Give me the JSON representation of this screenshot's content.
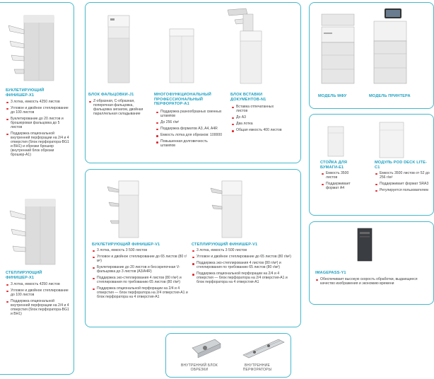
{
  "booklet_finisher_x1": {
    "title": "БУКЛЕТИРУЮЩИЙ ФИНИШЕР-X1",
    "features": [
      "3 лотка, емкость 4250 листов",
      "Угловое и двойное степлирование до 100 листов",
      "Буклетирование до 20 листов и брошюровая фальцовка до 5 листов",
      "Поддержка опциональной внутренней перфорации на 2/4 и 4 отверстия (блок перфоратора-BG1 и BH1) и обрезки брошюр (внутренний блок обрезки брошюр-A1)"
    ]
  },
  "stapling_finisher_x1": {
    "title": "СТЕПЛИРУЮЩИЙ ФИНИШЕР-X1",
    "features": [
      "3 лотка, емкость 4250 листов",
      "Угловое и двойное степлирование до 100 листов",
      "Поддержка опциональной внутренней перфорации на 2/4 и 4 отверстия (блок перфоратора-BG1 и BH1)"
    ]
  },
  "folding_unit_j1": {
    "title": "БЛОК ФАЛЬЦОВКИ-J1",
    "features": [
      "Z-образная, C-образная, поперечная фальцовка, фальцовка зигзагом, двойная параллельная складывание"
    ]
  },
  "multifunction_puncher_a1": {
    "title": "МНОГОФУНКЦИОНАЛЬНЫЙ ПРОФЕССИОНАЛЬНЫЙ ПЕРФОРАТОР-A1",
    "features": [
      "Поддержка разнообразных сменных штампов",
      "До 256 г/м²",
      "Поддержка форматов A3, A4, A4R",
      "Емкость лотка для обрезков: 100000",
      "Повышенная долговечность штампов"
    ]
  },
  "document_insertion_n1": {
    "title": "БЛОК ВСТАВКИ ДОКУМЕНТОВ-N1",
    "features": [
      "Вставка отпечатанных листов",
      "До A3",
      "Два лотка",
      "Общая емкость 400 листов"
    ]
  },
  "mfp_model": {
    "label": "МОДЕЛЬ МФУ"
  },
  "printer_model": {
    "label": "МОДЕЛЬ ПРИНТЕРА"
  },
  "paper_deck_e1": {
    "title": "СТОЙКА ДЛЯ БУМАГИ-E1",
    "features": [
      "Емкость 3500 листов",
      "Поддерживает формат A4"
    ]
  },
  "pod_deck_lite_c1": {
    "title": "МОДУЛЬ POD DECK LITE-C1",
    "features": [
      "Емкость 3500 листов от 52 до 256 г/м²",
      "Поддерживает формат SRA3",
      "Регулируется пользователем"
    ]
  },
  "booklet_finisher_v1": {
    "title": "БУКЛЕТИРУЮЩИЙ ФИНИШЕР-V1",
    "features": [
      "3 лотка, емкость 3 500 листов",
      "Угловое и двойное степлирование до 65 листов (80 г/м²)",
      "Буклетирование до 20 листов и бесскрепочная V-фальцовка до 3 листов (A3/A4R)",
      "Поддержка эко-степлирования 4 листов (80 г/м²) и степлирования по требованию 65 листов (80 г/м²)",
      "Поддержка опциональной перфорации на 2/4 и 4 отверстия — блок перфоратора на 2/4 отверстия-A1 и блок перфоратора на 4 отверстия-A1"
    ]
  },
  "stapling_finisher_v1": {
    "title": "СТЕПЛИРУЮЩИЙ ФИНИШЕР-V1",
    "features": [
      "3 лотка, емкость 3 500 листов",
      "Угловое и двойное степлирование до 65 листов (80 г/м²)",
      "Поддержка эко-степлирования 4 листов (80 г/м²) и степлирования по требованию 65 листов (80 г/м²)",
      "Поддержка опциональной перфорации на 2/4 и 4 отверстия — блок перфоратора на 2/4 отверстия-A1 и блок перфоратора на 4 отверстия-A1"
    ]
  },
  "imagepass_y1": {
    "title": "IMAGEPASS-Y1",
    "features": [
      "Обеспечивает высокую скорость обработки, выдающееся качество изображения и экономию времени"
    ]
  },
  "internal_trimmer": {
    "label": "ВНУТРЕННИЙ БЛОК ОБРЕЗКИ"
  },
  "internal_punchers": {
    "label": "ВНУТРЕННИЕ ПЕРФОРАТОРЫ"
  },
  "colors": {
    "accent": "#1a9fc0",
    "border": "#45b8cc",
    "bullet": "#e3262c"
  }
}
